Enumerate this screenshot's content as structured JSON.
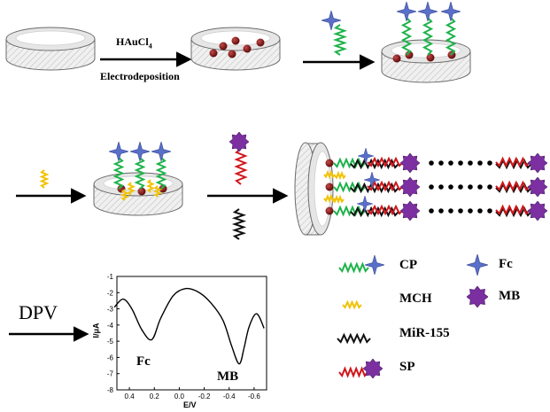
{
  "step1": {
    "reagent_main": "HAuCl",
    "reagent_sub": "4",
    "method": "Electrodeposition"
  },
  "readout": {
    "method": "DPV"
  },
  "legend": {
    "probes": [
      {
        "key": "cp",
        "text": "CP",
        "color": "#1db34a"
      },
      {
        "key": "mch",
        "text": "MCH",
        "color": "#f2c200"
      },
      {
        "key": "mir",
        "text": "MiR-155",
        "color": "#111111"
      },
      {
        "key": "sp",
        "text": "SP",
        "color": "#d0161b"
      }
    ],
    "markers": [
      {
        "key": "fc",
        "text": "Fc",
        "color": "#5a6fc8"
      },
      {
        "key": "mb",
        "text": "MB",
        "color": "#7b2fa0"
      }
    ]
  },
  "chart_data": {
    "type": "line",
    "xlabel": "E/V",
    "ylabel": "I/μA",
    "xlim": [
      0.5,
      -0.7
    ],
    "ylim": [
      -8,
      -1
    ],
    "xticks": [
      "0.4",
      "0.2",
      "0.0",
      "-0.2",
      "-0.4",
      "-0.6"
    ],
    "yticks": [
      "-1",
      "-2",
      "-3",
      "-4",
      "-5",
      "-6",
      "-7",
      "-8"
    ],
    "x": [
      0.52,
      0.45,
      0.38,
      0.3,
      0.22,
      0.15,
      0.05,
      -0.05,
      -0.15,
      -0.25,
      -0.35,
      -0.42,
      -0.48,
      -0.52,
      -0.56,
      -0.62,
      -0.68
    ],
    "y": [
      -2.9,
      -2.4,
      -3.0,
      -4.3,
      -4.9,
      -3.6,
      -2.2,
      -1.75,
      -1.95,
      -2.6,
      -3.7,
      -5.3,
      -6.4,
      -5.4,
      -4.1,
      -3.3,
      -4.2
    ],
    "annotations": [
      {
        "text": "Fc",
        "x": 0.3,
        "y": -6.4
      },
      {
        "text": "MB",
        "x": -0.44,
        "y": -7.2
      }
    ]
  }
}
